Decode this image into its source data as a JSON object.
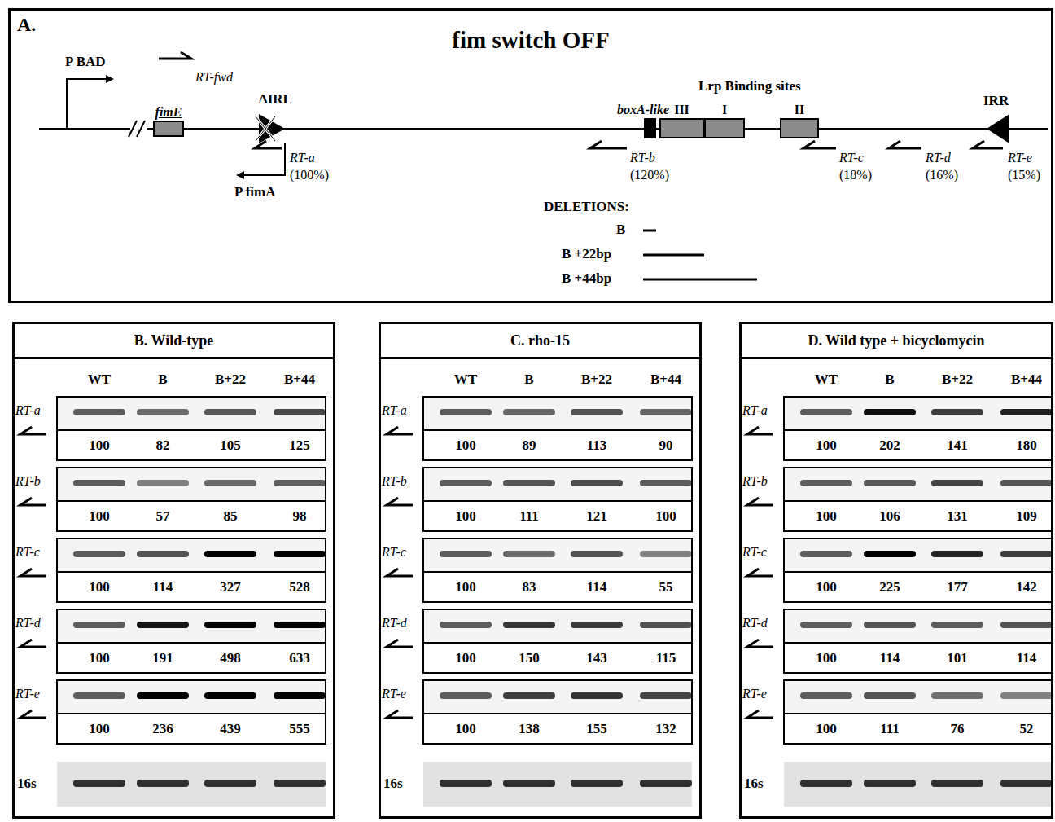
{
  "diagram": {
    "nodes": [
      {
        "text": [
          "A.",
          "fim switch OFF"
        ]
      },
      {
        "text": [
          "fimE"
        ],
        "in": 0
      },
      {
        "text": [
          "boxA-like"
        ],
        "in": 0
      },
      {
        "text": [
          "III"
        ],
        "in": 0
      },
      {
        "text": [
          "I"
        ],
        "in": 0
      },
      {
        "text": [
          "II"
        ],
        "in": 0
      },
      {
        "text": [
          "B. Wild-type"
        ]
      },
      {
        "text": [
          "C. rho-15"
        ]
      },
      {
        "text": [
          "D. Wild type + bicyclomycin"
        ]
      }
    ],
    "labels": [
      "P BAD",
      "RT-fwd",
      "ΔIRL",
      "RT-a",
      "(100%)",
      "P fimA",
      "Lrp Binding sites",
      "IRR",
      "RT-b",
      "(120%)",
      "RT-c",
      "(18%)",
      "RT-d",
      "(16%)",
      "RT-e",
      "(15%)",
      "DELETIONS:",
      "B",
      "B +22bp",
      "B +44bp",
      "WT",
      "B",
      "B+22",
      "B+44",
      "RT-a",
      "100",
      "82",
      "105",
      "125",
      "RT-b",
      "100",
      "57",
      "85",
      "98",
      "RT-c",
      "100",
      "114",
      "327",
      "528",
      "RT-d",
      "100",
      "191",
      "498",
      "633",
      "RT-e",
      "100",
      "236",
      "439",
      "555",
      "16s",
      "WT",
      "B",
      "B+22",
      "B+44",
      "RT-a",
      "100",
      "89",
      "113",
      "90",
      "RT-b",
      "100",
      "111",
      "121",
      "100",
      "RT-c",
      "100",
      "83",
      "114",
      "55",
      "RT-d",
      "100",
      "150",
      "143",
      "115",
      "RT-e",
      "100",
      "138",
      "155",
      "132",
      "16s",
      "WT",
      "B",
      "B+22",
      "B+44",
      "RT-a",
      "100",
      "202",
      "141",
      "180",
      "RT-b",
      "100",
      "106",
      "131",
      "109",
      "RT-c",
      "100",
      "225",
      "177",
      "142",
      "RT-d",
      "100",
      "114",
      "101",
      "114",
      "RT-e",
      "100",
      "111",
      "76",
      "52",
      "16s"
    ]
  }
}
